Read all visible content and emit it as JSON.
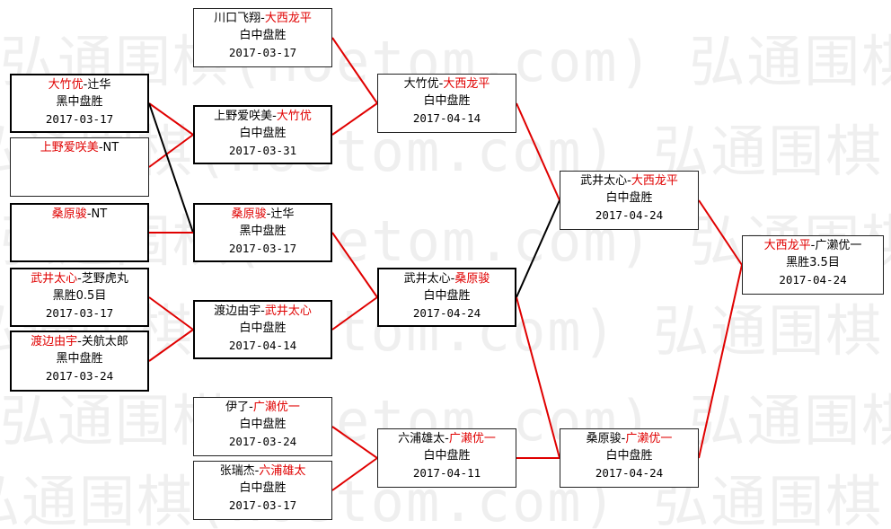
{
  "watermark": "弘通围棋(hoetom.com)",
  "matches": [
    {
      "id": "m_kawaguchi",
      "p1": "川口飞翔",
      "p2": "大西龙平",
      "winner": 2,
      "result": "白中盘胜",
      "date": "2017-03-17"
    },
    {
      "id": "m_otake",
      "p1": "大竹优",
      "p2": "辻华",
      "winner": 1,
      "result": "黑中盘胜",
      "date": "2017-03-17"
    },
    {
      "id": "m_ueno_nt",
      "p1": "上野爱咲美",
      "p2": "NT",
      "winner": 1,
      "result": "",
      "date": ""
    },
    {
      "id": "m_ueno_otake",
      "p1": "上野爱咲美",
      "p2": "大竹优",
      "winner": 2,
      "result": "白中盘胜",
      "date": "2017-03-31"
    },
    {
      "id": "m_kuwabara_nt",
      "p1": "桑原骏",
      "p2": "NT",
      "winner": 1,
      "result": "",
      "date": ""
    },
    {
      "id": "m_kuwabara_tsuji",
      "p1": "桑原骏",
      "p2": "辻华",
      "winner": 1,
      "result": "黑中盘胜",
      "date": "2017-03-17"
    },
    {
      "id": "m_muii_shiba",
      "p1": "武井太心",
      "p2": "芝野虎丸",
      "winner": 1,
      "result": "黑胜0.5目",
      "date": "2017-03-17"
    },
    {
      "id": "m_watanabe_seki",
      "p1": "渡边由宇",
      "p2": "关航太郎",
      "winner": 1,
      "result": "黑中盘胜",
      "date": "2017-03-24"
    },
    {
      "id": "m_watanabe_mui",
      "p1": "渡边由宇",
      "p2": "武井太心",
      "winner": 2,
      "result": "白中盘胜",
      "date": "2017-04-14"
    },
    {
      "id": "m_iryo_hirose",
      "p1": "伊了",
      "p2": "广濑优一",
      "winner": 2,
      "result": "白中盘胜",
      "date": "2017-03-24"
    },
    {
      "id": "m_zhang_mutsuura",
      "p1": "张瑞杰",
      "p2": "六浦雄太",
      "winner": 2,
      "result": "白中盘胜",
      "date": "2017-03-17"
    },
    {
      "id": "m_otake_onishi",
      "p1": "大竹优",
      "p2": "大西龙平",
      "winner": 2,
      "result": "白中盘胜",
      "date": "2017-04-14"
    },
    {
      "id": "m_mui_kuwabara",
      "p1": "武井太心",
      "p2": "桑原骏",
      "winner": 2,
      "result": "白中盘胜",
      "date": "2017-04-24"
    },
    {
      "id": "m_mutsuura_hirose",
      "p1": "六浦雄太",
      "p2": "广濑优一",
      "winner": 2,
      "result": "白中盘胜",
      "date": "2017-04-11"
    },
    {
      "id": "m_mui_onishi",
      "p1": "武井太心",
      "p2": "大西龙平",
      "winner": 2,
      "result": "白中盘胜",
      "date": "2017-04-24"
    },
    {
      "id": "m_kuwabara_hirose",
      "p1": "桑原骏",
      "p2": "广濑优一",
      "winner": 2,
      "result": "白中盘胜",
      "date": "2017-04-24"
    },
    {
      "id": "m_final",
      "p1": "大西龙平",
      "p2": "广濑优一",
      "winner": 1,
      "result": "黑胜3.5目",
      "date": "2017-04-24"
    }
  ],
  "colors": {
    "winner": "#e00000",
    "line_red": "#e00000",
    "line_black": "#000000",
    "border": "#222222",
    "watermark": "#efefef"
  }
}
